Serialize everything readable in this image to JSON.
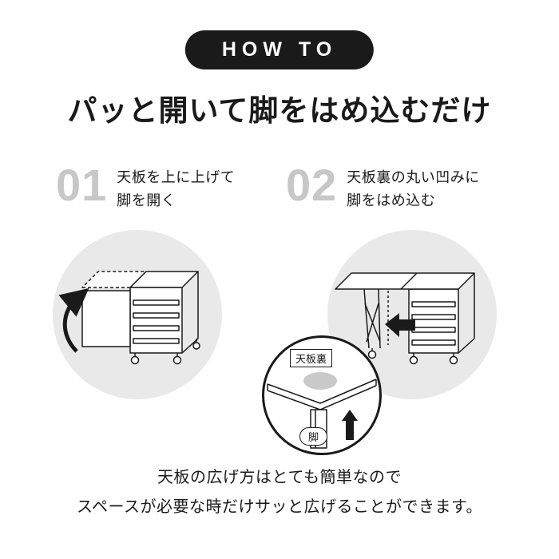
{
  "badge": {
    "label": "HOW TO"
  },
  "title": "パッと開いて脚をはめ込むだけ",
  "steps": [
    {
      "number": "01",
      "line1": "天板を上に上げて",
      "line2": "脚を開く"
    },
    {
      "number": "02",
      "line1": "天板裏の丸い凹みに",
      "line2": "脚をはめ込む"
    }
  ],
  "callout": {
    "top_label": "天板裏",
    "bottom_label": "脚"
  },
  "footer": {
    "line1": "天板の広げ方はとても簡単なので",
    "line2": "スペースが必要な時だけサッと広げることができます。"
  },
  "colors": {
    "badge_bg": "#1a1a1a",
    "badge_text": "#ffffff",
    "step_number": "#c7c7c7",
    "illustration_circle_bg": "#e9e9e9",
    "recess_fill": "#c9c9c9",
    "text": "#1a1a1a"
  }
}
